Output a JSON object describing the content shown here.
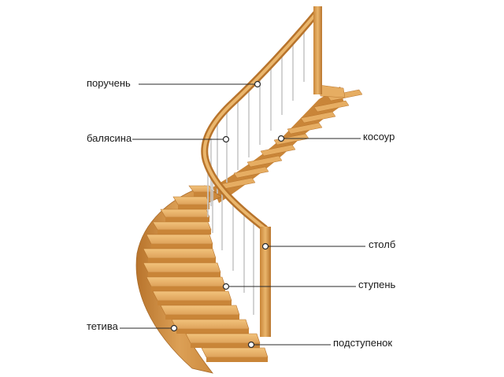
{
  "labels": {
    "handrail": "поручень",
    "baluster": "балясина",
    "stringer_top": "косоур",
    "post": "столб",
    "step": "ступень",
    "stringer_side": "тетива",
    "riser": "подступенок"
  },
  "colors": {
    "wood_light": "#e9b264",
    "wood_mid": "#d79a48",
    "wood_dark": "#b8742c",
    "baluster": "#c8c8c8",
    "leader": "#2a2a2a"
  }
}
